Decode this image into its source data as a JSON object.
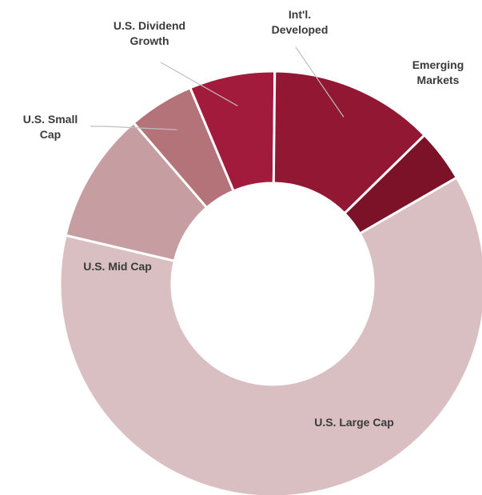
{
  "chart_data": {
    "type": "pie",
    "variant": "donut",
    "title": "",
    "legend": "none",
    "slices": [
      {
        "name": "U.S. Large Cap",
        "value": 62,
        "color": "#d9bfc1"
      },
      {
        "name": "U.S. Mid Cap",
        "value": 10,
        "color": "#c69da0"
      },
      {
        "name": "U.S. Small Cap",
        "value": 5,
        "color": "#b47378"
      },
      {
        "name": "U.S. Dividend Growth",
        "value": 6.5,
        "color": "#a31b3c"
      },
      {
        "name": "Int'l. Developed",
        "value": 12.5,
        "color": "#911733"
      },
      {
        "name": "Emerging Markets",
        "value": 4,
        "color": "#7c1228"
      }
    ]
  }
}
